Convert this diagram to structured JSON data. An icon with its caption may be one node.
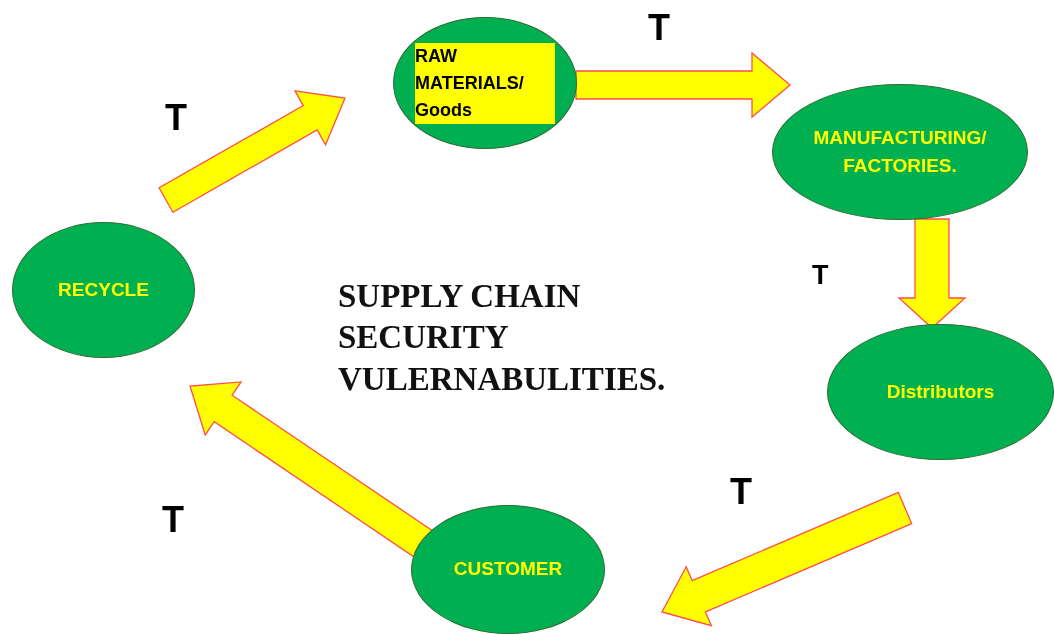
{
  "diagram": {
    "title": "SUPPLY CHAIN SECURITY VULERNABULITIES.",
    "nodes": [
      {
        "text": [
          "RAW MATERIALS/ Goods"
        ]
      },
      {
        "text": [
          "MANUFACTURING/ FACTORIES."
        ]
      },
      {
        "text": [
          "Distributors"
        ]
      },
      {
        "text": [
          "CUSTOMER"
        ]
      },
      {
        "text": [
          "RECYCLE"
        ]
      }
    ],
    "edges": [
      {
        "from": 0,
        "to": 1,
        "arrow": "to",
        "label": "T"
      },
      {
        "from": 1,
        "to": 2,
        "arrow": "to",
        "label": "T"
      },
      {
        "from": 2,
        "to": 3,
        "arrow": "to",
        "label": "T"
      },
      {
        "from": 3,
        "to": 4,
        "arrow": "to",
        "label": "T"
      },
      {
        "from": 4,
        "to": 0,
        "arrow": "to",
        "label": "T"
      }
    ]
  }
}
